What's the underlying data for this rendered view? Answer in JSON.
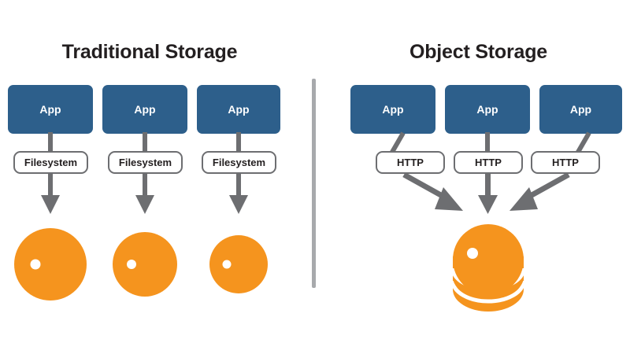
{
  "diagram": {
    "title_traditional": "Traditional Storage",
    "title_object": "Object Storage",
    "colors": {
      "app_blue": "#2d5f8b",
      "storage_orange": "#f5941e",
      "arrow_gray": "#6d6e71",
      "pill_border": "#6d6e71",
      "divider_gray": "#a7a9ac",
      "text_dark": "#231f20",
      "background": "#ffffff"
    }
  },
  "traditional": {
    "title": "Traditional Storage",
    "apps": [
      {
        "label": "App"
      },
      {
        "label": "App"
      },
      {
        "label": "App"
      }
    ],
    "protocols": [
      {
        "label": "Filesystem"
      },
      {
        "label": "Filesystem"
      },
      {
        "label": "Filesystem"
      }
    ],
    "storage": [
      {
        "name": "disk-circle"
      },
      {
        "name": "disk-circle"
      },
      {
        "name": "disk-circle"
      }
    ],
    "arrow_count": 3
  },
  "object": {
    "title": "Object Storage",
    "apps": [
      {
        "label": "App"
      },
      {
        "label": "App"
      },
      {
        "label": "App"
      }
    ],
    "protocols": [
      {
        "label": "HTTP"
      },
      {
        "label": "HTTP"
      },
      {
        "label": "HTTP"
      }
    ],
    "storage": [
      {
        "name": "stacked-object-store"
      }
    ],
    "arrow_count": 3
  }
}
